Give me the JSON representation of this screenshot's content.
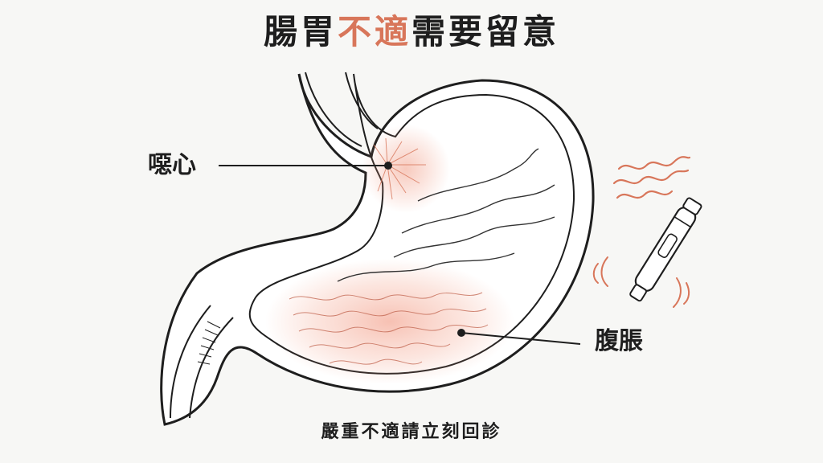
{
  "title": {
    "part1": "腸胃",
    "accent": "不適",
    "part2": "需要留意",
    "accent_color": "#d8765a"
  },
  "labels": {
    "nausea": "噁心",
    "bloating": "腹脹"
  },
  "footer": "嚴重不適請立刻回診",
  "icons": [
    "stomach-illustration",
    "injection-pen-icon",
    "discomfort-wave-icon",
    "vibration-icon"
  ],
  "colors": {
    "text": "#1e1e1e",
    "accent": "#d8765a",
    "background": "#f7f7f5"
  }
}
